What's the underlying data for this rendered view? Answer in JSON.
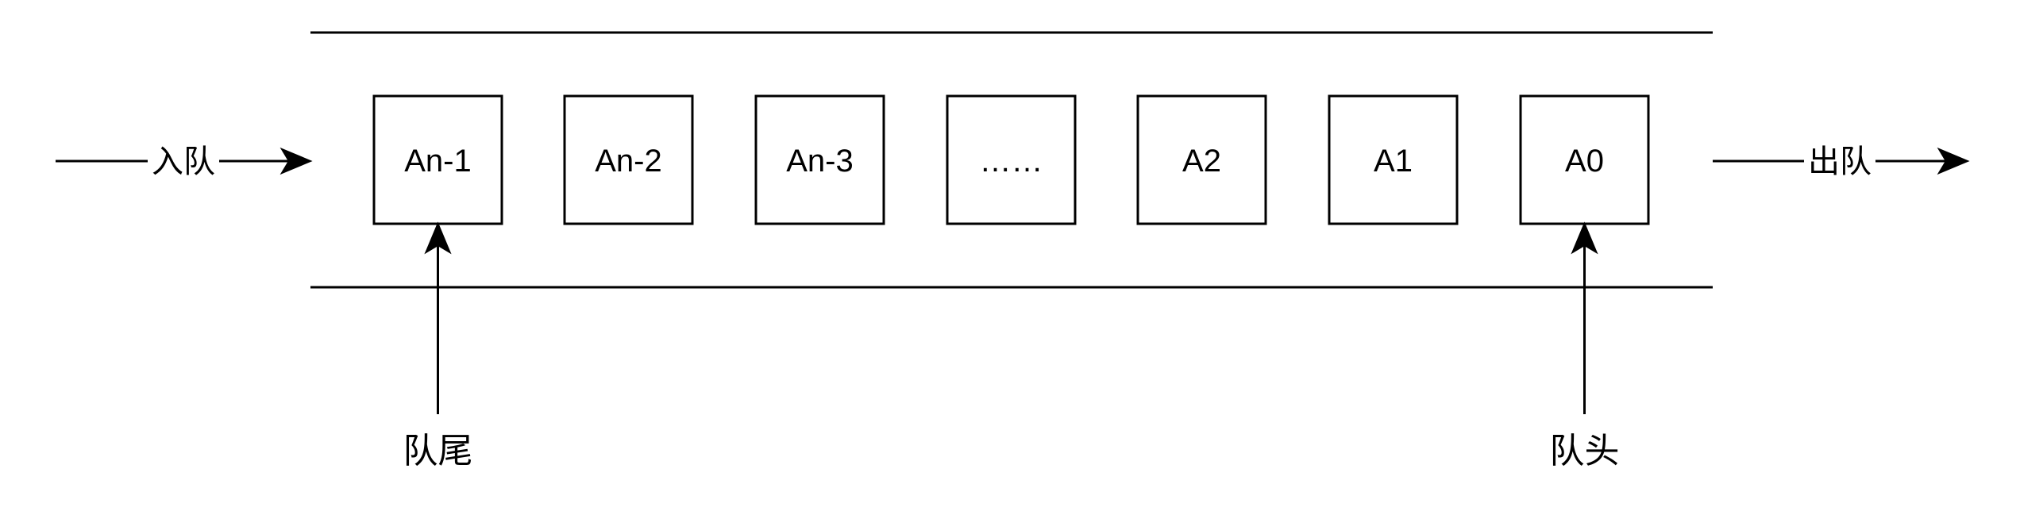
{
  "diagram": {
    "elements": [
      {
        "label": "An-1"
      },
      {
        "label": "An-2"
      },
      {
        "label": "An-3"
      },
      {
        "label": "……"
      },
      {
        "label": "A2"
      },
      {
        "label": "A1"
      },
      {
        "label": "A0"
      }
    ],
    "enqueue_label": "入队",
    "dequeue_label": "出队",
    "tail_label": "队尾",
    "head_label": "队头"
  }
}
